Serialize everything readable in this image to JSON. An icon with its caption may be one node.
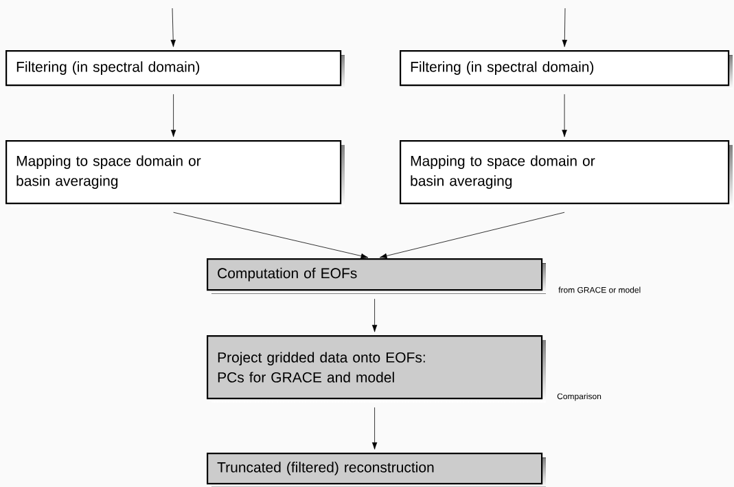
{
  "diagram": {
    "nodes": [
      {
        "text": [
          "Filtering (in spectral domain)"
        ]
      },
      {
        "text": [
          "Filtering (in spectral domain)"
        ]
      },
      {
        "text": [
          "Mapping to space domain or basin averaging"
        ]
      },
      {
        "text": [
          "Mapping to space domain or basin averaging"
        ]
      },
      {
        "text": [
          "Computation of EOFs"
        ],
        "beside": [
          "from GRACE or model"
        ]
      },
      {
        "text": [
          "Project gridded data onto EOFs: PCs for GRACE and model"
        ],
        "beside": [
          "Comparison"
        ]
      },
      {
        "text": [
          "Truncated (filtered) reconstruction"
        ]
      }
    ],
    "edges": [
      {
        "from": null,
        "to": 0,
        "arrow": "to"
      },
      {
        "from": null,
        "to": 1,
        "arrow": "to"
      },
      {
        "from": 0,
        "to": 2,
        "arrow": "to"
      },
      {
        "from": 1,
        "to": 3,
        "arrow": "to"
      },
      {
        "from": 2,
        "to": 4,
        "arrow": "to"
      },
      {
        "from": 3,
        "to": 4,
        "arrow": "to"
      },
      {
        "from": 4,
        "to": 5,
        "arrow": "to"
      },
      {
        "from": 5,
        "to": 6,
        "arrow": "to"
      }
    ]
  }
}
